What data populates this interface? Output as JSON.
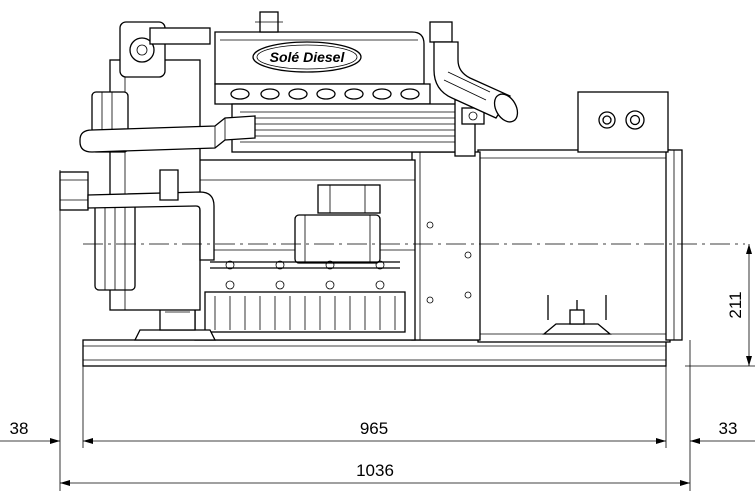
{
  "brand": {
    "label": "Solé Diesel"
  },
  "dimensions": {
    "overall_length": "1036",
    "base_length": "965",
    "left_offset": "38",
    "right_offset": "33",
    "axis_height": "211"
  }
}
